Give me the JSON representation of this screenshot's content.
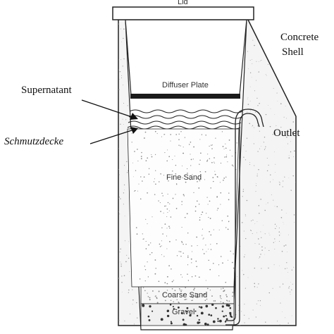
{
  "labels": {
    "lid": "Lid",
    "concrete_shell_line1": "Concrete",
    "concrete_shell_line2": "Shell",
    "diffuser_plate": "Diffuser Plate",
    "supernatant": "Supernatant",
    "schmutzdecke": "Schmutzdecke",
    "outlet": "Outlet",
    "fine_sand": "Fine Sand",
    "coarse_sand": "Coarse Sand",
    "gravel": "Gravel"
  },
  "colors": {
    "outline": "#222222",
    "concrete_speckle": "#9a9a9a",
    "diffuser_plate": "#1a1a1a",
    "sand_dots": "#8a8a8a",
    "gravel_dots": "#333333"
  }
}
